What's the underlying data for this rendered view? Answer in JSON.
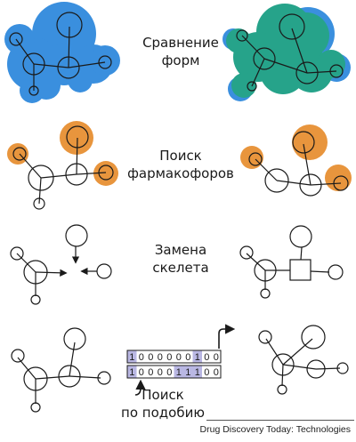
{
  "labels": {
    "shape_comparison": [
      "Сравнение",
      "форм"
    ],
    "pharmacophore_search": [
      "Поиск",
      "фармакофоров"
    ],
    "scaffold_replacement": [
      "Замена",
      "скелета"
    ],
    "similarity_search": [
      "Поиск",
      "по подобию"
    ]
  },
  "fingerprints": {
    "row1": [
      "1",
      "0",
      "0",
      "0",
      "0",
      "0",
      "0",
      "1",
      "0",
      "0"
    ],
    "row2": [
      "1",
      "0",
      "0",
      "0",
      "0",
      "1",
      "1",
      "1",
      "0",
      "0"
    ]
  },
  "footer": "Drug Discovery Today: Technologies",
  "colors": {
    "shape_blue": "#3a8fde",
    "shape_teal": "#26a38a",
    "pharmacophore_orange": "#e8953d",
    "fingerprint_highlight": "#b9b7e3",
    "stroke": "#1a1a1a"
  }
}
